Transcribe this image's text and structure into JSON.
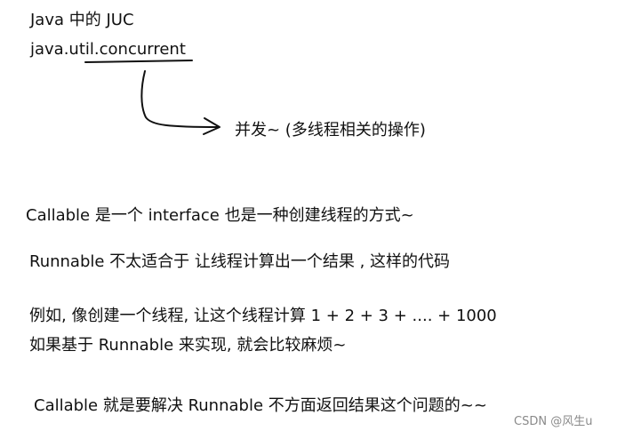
{
  "notes": {
    "title_line": "Java 中的 JUC",
    "package_line": "java.util.concurrent",
    "arrow_annotation": "并发~ (多线程相关的操作)",
    "callable_intro": "Callable 是一个 interface 也是一种创建线程的方式~",
    "runnable_limit": "Runnable 不太适合于 让线程计算出一个结果 , 这样的代码",
    "example_line": "例如, 像创建一个线程, 让这个线程计算 1 + 2 + 3 + .... + 1000",
    "trouble_line": "如果基于 Runnable 来实现, 就会比较麻烦~",
    "conclusion_line": "Callable 就是要解决 Runnable 不方面返回结果这个问题的~~"
  },
  "watermark": {
    "text": "CSDN @风生u"
  },
  "colors": {
    "ink": "#111111",
    "watermark": "#8a8a8a",
    "background": "#ffffff"
  }
}
